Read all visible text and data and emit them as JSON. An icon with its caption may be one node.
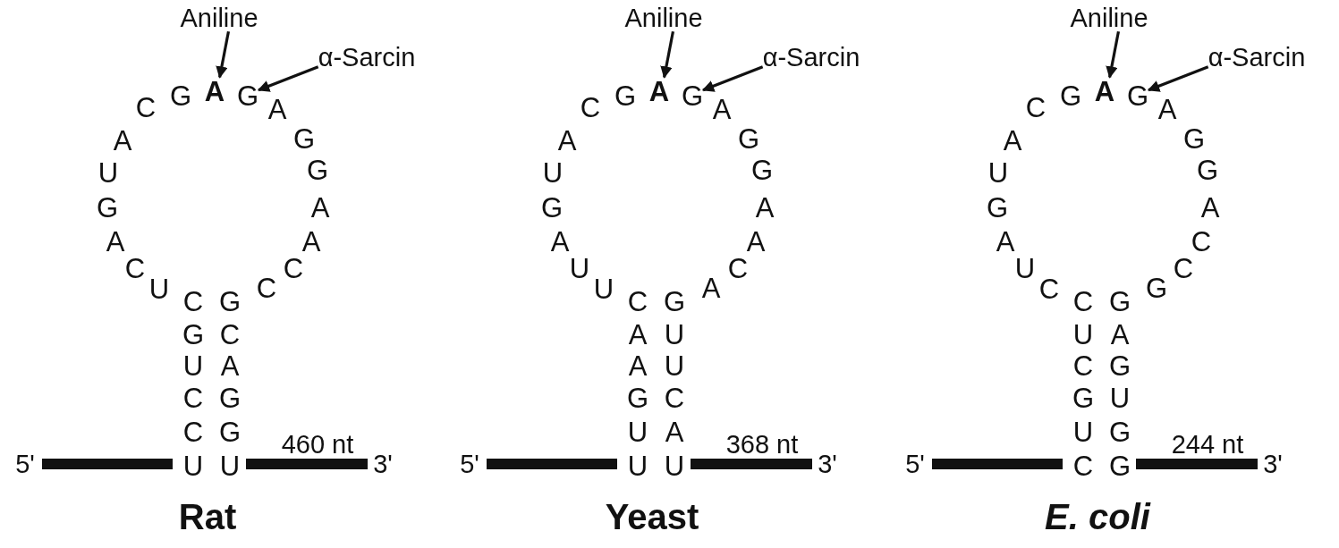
{
  "diagram": {
    "nodes": [
      {
        "text": [
          "Aniline"
        ]
      },
      {
        "text": [
          "α-Sarcin"
        ]
      },
      {
        "text": [
          "A"
        ]
      },
      {
        "text": [
          "G"
        ]
      },
      {
        "text": [
          "Aniline"
        ]
      },
      {
        "text": [
          "α-Sarcin"
        ]
      },
      {
        "text": [
          "A"
        ]
      },
      {
        "text": [
          "G"
        ]
      },
      {
        "text": [
          "Aniline"
        ]
      },
      {
        "text": [
          "α-Sarcin"
        ]
      },
      {
        "text": [
          "A"
        ]
      },
      {
        "text": [
          "G"
        ]
      }
    ],
    "edges": [
      {
        "from": 0,
        "to": 2,
        "arrow": "to"
      },
      {
        "from": 1,
        "to": 3,
        "arrow": "to"
      },
      {
        "from": 4,
        "to": 6,
        "arrow": "to"
      },
      {
        "from": 5,
        "to": 7,
        "arrow": "to"
      },
      {
        "from": 8,
        "to": 10,
        "arrow": "to"
      },
      {
        "from": 9,
        "to": 11,
        "arrow": "to"
      }
    ],
    "labels": [
      "5'",
      "U",
      "C",
      "C",
      "U",
      "G",
      "C",
      "U",
      "C",
      "A",
      "G",
      "U",
      "A",
      "C",
      "G",
      "A",
      "G",
      "G",
      "A",
      "A",
      "C",
      "C",
      "G",
      "C",
      "A",
      "G",
      "G",
      "U",
      "460 nt",
      "3'",
      "Rat",
      "5'",
      "U",
      "U",
      "G",
      "A",
      "A",
      "C",
      "U",
      "U",
      "A",
      "G",
      "U",
      "A",
      "C",
      "G",
      "A",
      "G",
      "G",
      "A",
      "A",
      "C",
      "A",
      "G",
      "U",
      "U",
      "C",
      "A",
      "U",
      "368 nt",
      "3'",
      "Yeast",
      "5'",
      "C",
      "U",
      "G",
      "C",
      "U",
      "C",
      "C",
      "U",
      "A",
      "G",
      "U",
      "A",
      "C",
      "G",
      "A",
      "G",
      "G",
      "A",
      "C",
      "C",
      "G",
      "G",
      "A",
      "G",
      "U",
      "G",
      "G",
      "244 nt",
      "3'",
      "E. coli"
    ]
  }
}
